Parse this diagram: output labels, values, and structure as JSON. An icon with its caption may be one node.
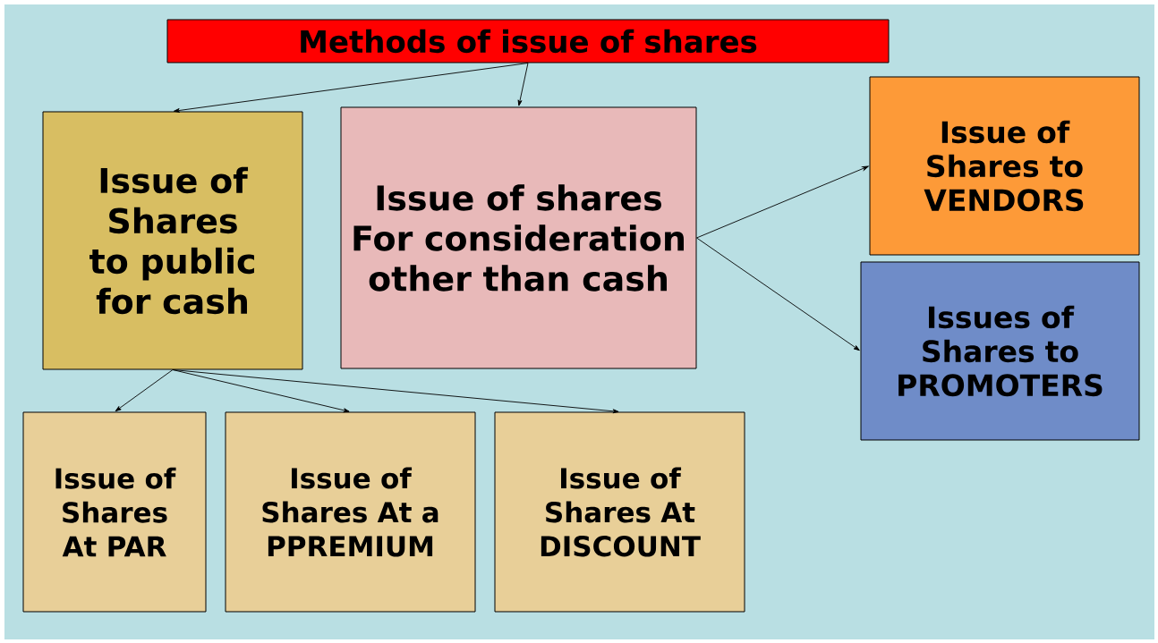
{
  "diagram": {
    "nodes": [
      {
        "text": [
          "Methods of issue of shares"
        ]
      },
      {
        "text": [
          "Issue of Shares to public for cash"
        ]
      },
      {
        "text": [
          "Issue of shares For consideration other than cash"
        ]
      },
      {
        "text": [
          "Issue of Shares to VENDORS"
        ]
      },
      {
        "text": [
          "Issues of Shares to PROMOTERS"
        ]
      },
      {
        "text": [
          "Issue of Shares At PAR"
        ]
      },
      {
        "text": [
          "Issue of Shares At a PPREMIUM"
        ]
      },
      {
        "text": [
          "Issue of Shares At DISCOUNT"
        ]
      }
    ],
    "edges": [
      {
        "from": 0,
        "to": 1,
        "arrow": "to"
      },
      {
        "from": 0,
        "to": 2,
        "arrow": "to"
      },
      {
        "from": 2,
        "to": 3,
        "arrow": "to"
      },
      {
        "from": 2,
        "to": 4,
        "arrow": "to"
      },
      {
        "from": 1,
        "to": 5,
        "arrow": "to"
      },
      {
        "from": 1,
        "to": 6,
        "arrow": "to"
      },
      {
        "from": 1,
        "to": 7,
        "arrow": "to"
      }
    ]
  }
}
